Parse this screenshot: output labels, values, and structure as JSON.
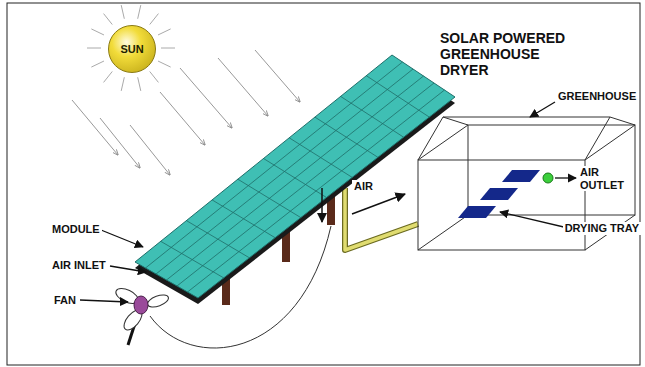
{
  "diagram": {
    "title": "SOLAR POWERED GREENHOUSE DRYER",
    "nodes": [
      {
        "text": [
          "SUN"
        ]
      }
    ],
    "labels": [
      "MODULE",
      "AIR INLET",
      "FAN",
      "AIR",
      "GREENHOUSE",
      "AIR OUTLET",
      "DRYING TRAY"
    ]
  }
}
